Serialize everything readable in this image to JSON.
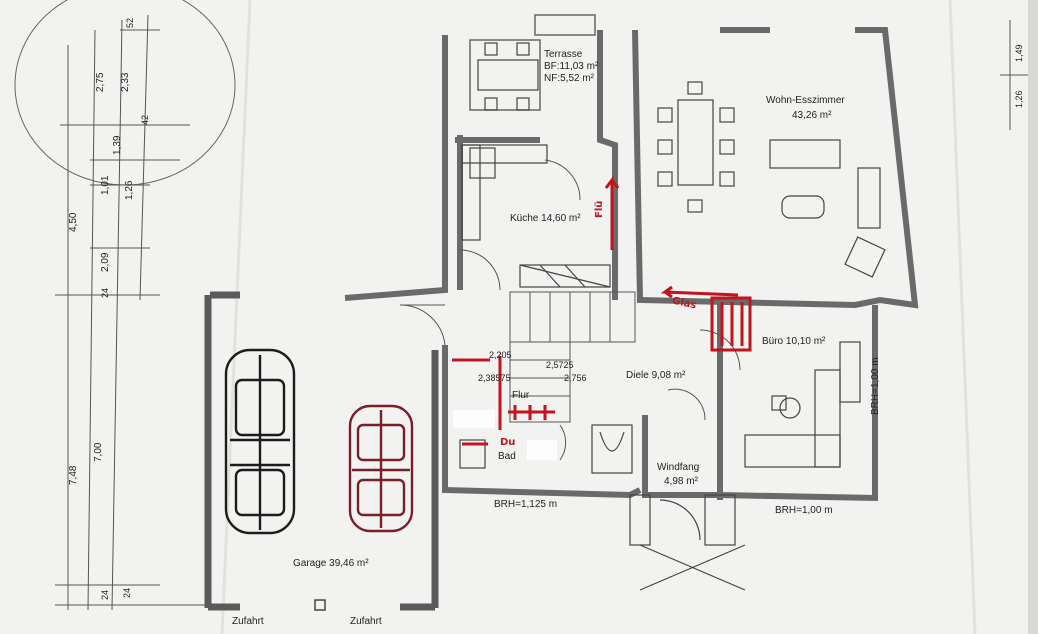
{
  "rooms": {
    "terrasse": {
      "name": "Terrasse",
      "bf": "BF:11,03 m²",
      "nf": "NF:5,52 m²"
    },
    "wohn": {
      "name": "Wohn-Esszimmer",
      "area": "43,26 m²"
    },
    "kueche": {
      "name": "Küche 14,60 m²"
    },
    "buero": {
      "name": "Büro 10,10 m²"
    },
    "diele": {
      "name": "Diele 9,08 m²"
    },
    "flur": {
      "name": "Flur"
    },
    "bad": {
      "name": "Bad"
    },
    "windfang": {
      "name": "Windfang",
      "area": "4,98 m²"
    },
    "garage": {
      "name": "Garage 39,46 m²"
    }
  },
  "labels": {
    "brh_bad": "BRH=1,125 m",
    "brh_buero": "BRH=1,00 m",
    "brh_right": "BRH=1,00 m",
    "zufahrt_left": "Zufahrt",
    "zufahrt_right": "Zufahrt"
  },
  "stair_dims": {
    "d1": "2,205",
    "d2": "2,38575",
    "d3": "2,5725",
    "d4": "2,756"
  },
  "dimensions": {
    "outer_4_50": "4,50",
    "outer_7_48": "7,48",
    "inner_7_00": "7,00",
    "inner_2_09": "2,09",
    "inner_1_26": "1,26",
    "inner_1_01": "1,01",
    "inner_2_75": "2,75",
    "inner_2_33": "2,33",
    "inner_1_39": "1,39",
    "inner_24_a": "24",
    "inner_24_b": "24",
    "inner_24_c": "24",
    "inner_42": "42",
    "inner_52": "52",
    "right_1_49": "1,49",
    "right_1_26": "1,26"
  },
  "annotations": {
    "glas": "Glas",
    "flu": "Flü",
    "du": "Du"
  },
  "colors": {
    "paper": "#f2f2f0",
    "wall": "#8a8a8a",
    "wall_dark": "#5a5a5a",
    "line": "#444444",
    "red_marker": "#c0141e",
    "car_red": "#7a1e2a"
  }
}
